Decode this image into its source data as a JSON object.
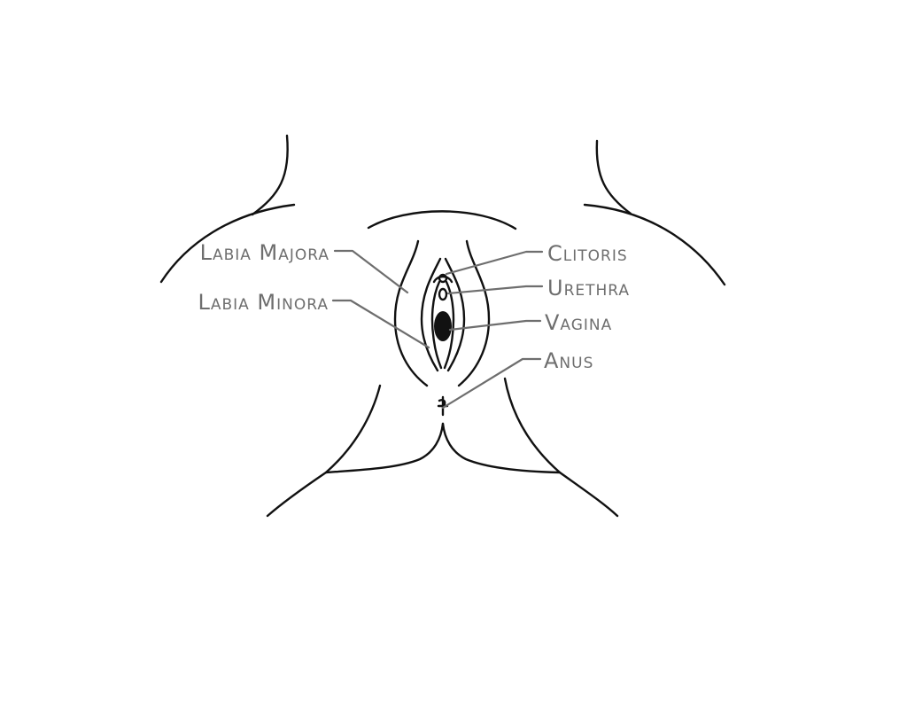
{
  "labels": {
    "labia_majora": "Labia Majora",
    "labia_minora": "Labia Minora",
    "clitoris": "Clitoris",
    "urethra": "Urethra",
    "vagina": "Vagina",
    "anus": "Anus"
  },
  "colors": {
    "outline": "#111111",
    "label": "#6e6e6e"
  }
}
